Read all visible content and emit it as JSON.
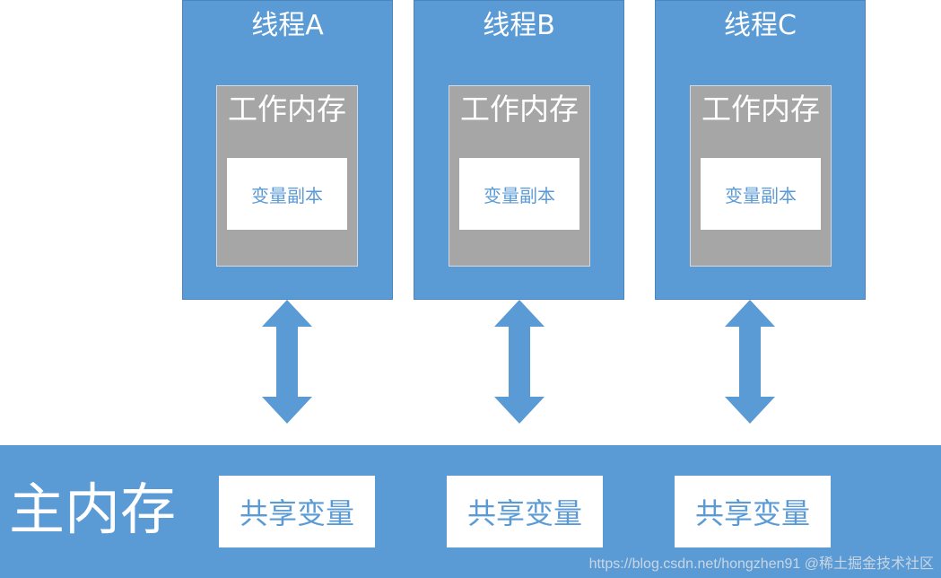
{
  "threads": [
    {
      "title": "线程A",
      "work_memory": "工作内存",
      "variable_copy": "变量副本"
    },
    {
      "title": "线程B",
      "work_memory": "工作内存",
      "variable_copy": "变量副本"
    },
    {
      "title": "线程C",
      "work_memory": "工作内存",
      "variable_copy": "变量副本"
    }
  ],
  "main_memory": {
    "title": "主内存",
    "shared_variables": [
      "共享变量",
      "共享变量",
      "共享变量"
    ]
  },
  "watermark": "https://blog.csdn.net/hongzhen91 @稀土掘金技术社区",
  "colors": {
    "thread_blue": "#5b9bd5",
    "work_memory_gray": "#a6a6a6",
    "arrow_blue": "#5b9bd5",
    "box_white": "#ffffff"
  }
}
